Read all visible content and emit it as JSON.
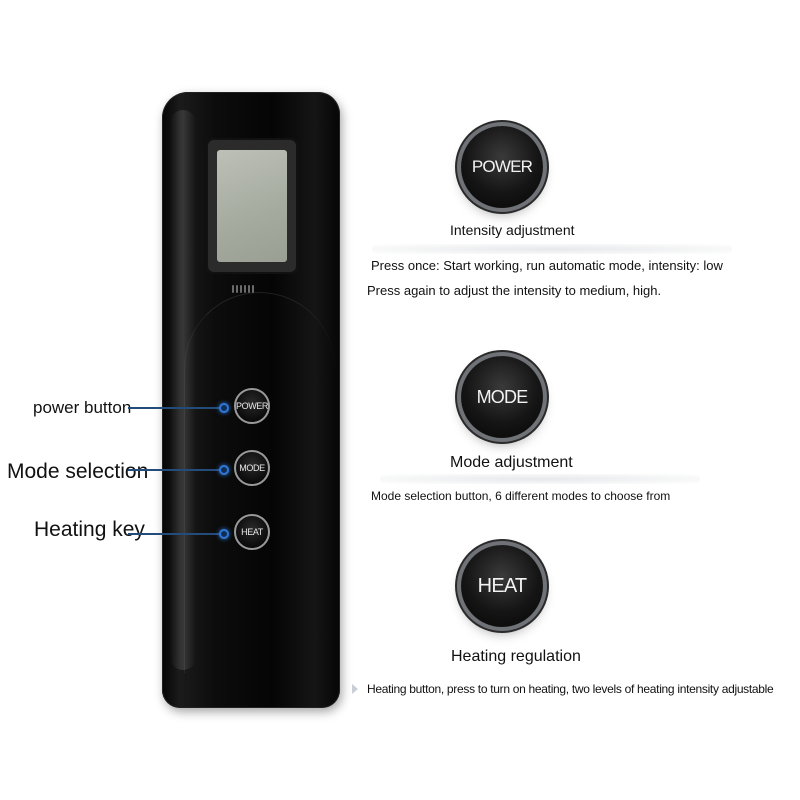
{
  "device": {
    "buttons": {
      "power": "POWER",
      "mode": "MODE",
      "heat": "HEAT"
    }
  },
  "callouts": {
    "power": "power button",
    "mode": "Mode selection",
    "heat": "Heating key"
  },
  "features": {
    "power": {
      "button": "POWER",
      "title": "Intensity adjustment",
      "desc1": "Press once: Start working, run automatic mode, intensity: low",
      "desc2": "Press again to adjust the intensity to medium, high."
    },
    "mode": {
      "button": "MODE",
      "title": "Mode adjustment",
      "desc1": "Mode selection button, 6 different modes to choose from"
    },
    "heat": {
      "button": "HEAT",
      "title": "Heating regulation",
      "desc1": "Heating button, press to turn on heating, two levels of heating intensity adjustable"
    }
  },
  "colors": {
    "leader_line": "#244c7a",
    "dot": "#2f78d6",
    "device_body": "#0a0a0a",
    "lcd": "#a5aa9f"
  }
}
